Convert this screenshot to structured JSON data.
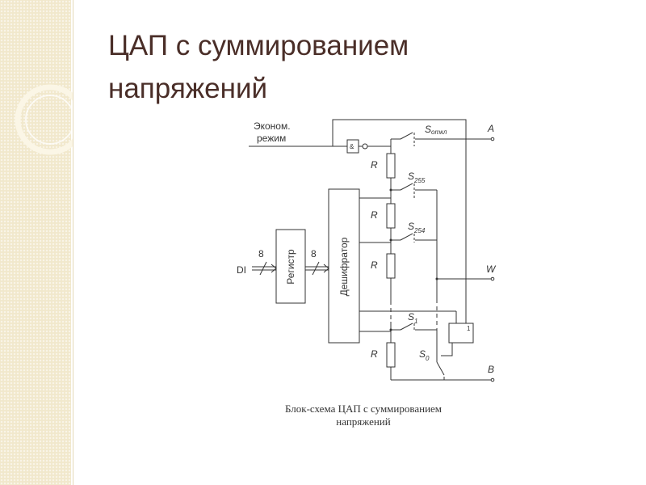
{
  "slide": {
    "title_line1": "ЦАП с суммированием",
    "title_line2": "напряжений",
    "caption_line1": "Блок-схема ЦАП с суммированием",
    "caption_line2": "напряжений"
  },
  "diagram": {
    "econ_label_1": "Эконом.",
    "econ_label_2": "режим",
    "input_label": "DI",
    "bus_width_1": "8",
    "bus_width_2": "8",
    "register_label": "Регистр",
    "decoder_label": "Дешифратор",
    "gate_top_label": "&",
    "gate_bottom_label": "1",
    "resistor_label": "R",
    "switch_off_label": "S",
    "switch_off_sub": "откл",
    "switch_255_label": "S",
    "switch_255_sub": "255",
    "switch_254_label": "S",
    "switch_254_sub": "254",
    "switch_1_label": "S",
    "switch_1_sub": "1",
    "switch_0_label": "S",
    "switch_0_sub": "0",
    "terminal_a": "A",
    "terminal_w": "W",
    "terminal_b": "B"
  },
  "colors": {
    "title": "#4a2e28",
    "side_band": "#f1e8cc",
    "circuit_line": "#333333"
  }
}
